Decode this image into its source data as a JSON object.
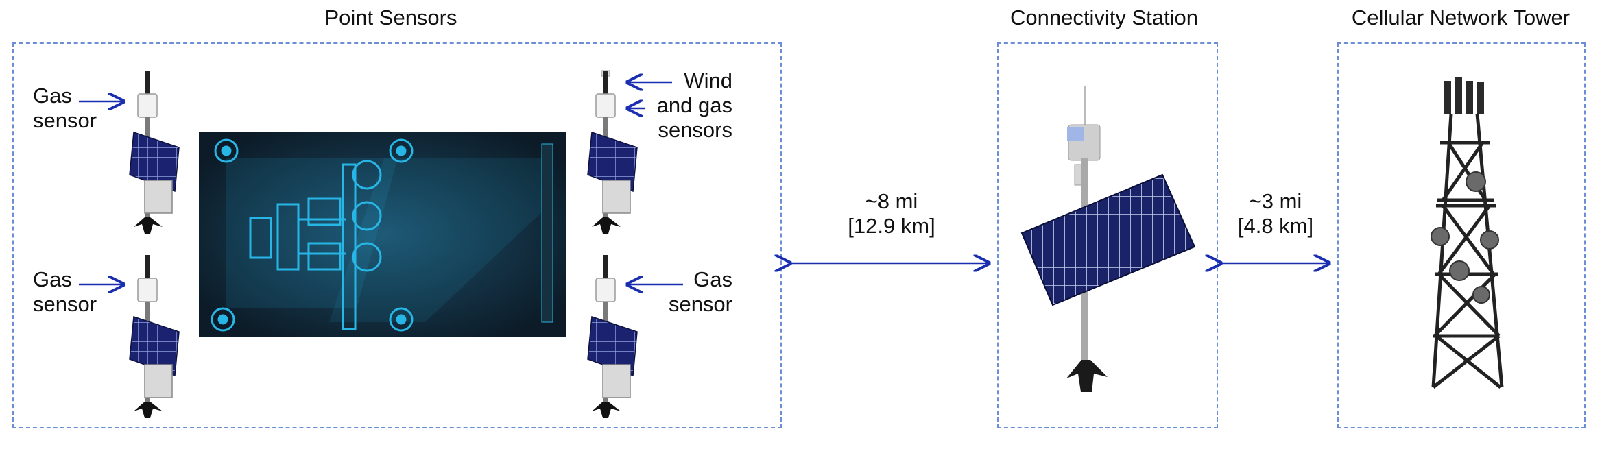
{
  "sections": {
    "point_sensors": "Point Sensors",
    "connectivity_station": "Connectivity Station",
    "cellular_tower": "Cellular Network Tower"
  },
  "sensor_labels": {
    "top_left": [
      "Gas",
      "sensor"
    ],
    "bottom_left": [
      "Gas",
      "sensor"
    ],
    "top_right": [
      "Wind",
      "and gas",
      "sensors"
    ],
    "bottom_right": [
      "Gas",
      "sensor"
    ]
  },
  "links": {
    "sensors_to_station": [
      "~8 mi",
      "[12.9 km]"
    ],
    "station_to_tower": [
      "~3 mi",
      "[4.8 km]"
    ]
  },
  "colors": {
    "dashed_border": "#6c8ed6",
    "arrow": "#1a2fb0",
    "solar_panel": "#1b2370",
    "facility_bg": "#0f2433",
    "facility_glow": "#27b6e6"
  },
  "icons": [
    "sensor-pole-icon",
    "solar-panel-icon",
    "facility-map-image",
    "cell-tower-icon",
    "double-arrow-icon"
  ]
}
